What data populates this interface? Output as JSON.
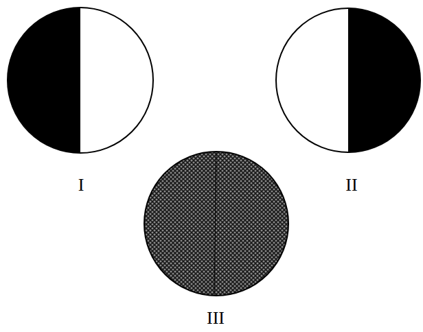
{
  "diagram": {
    "labels": [
      "I",
      "II",
      "III"
    ]
  }
}
